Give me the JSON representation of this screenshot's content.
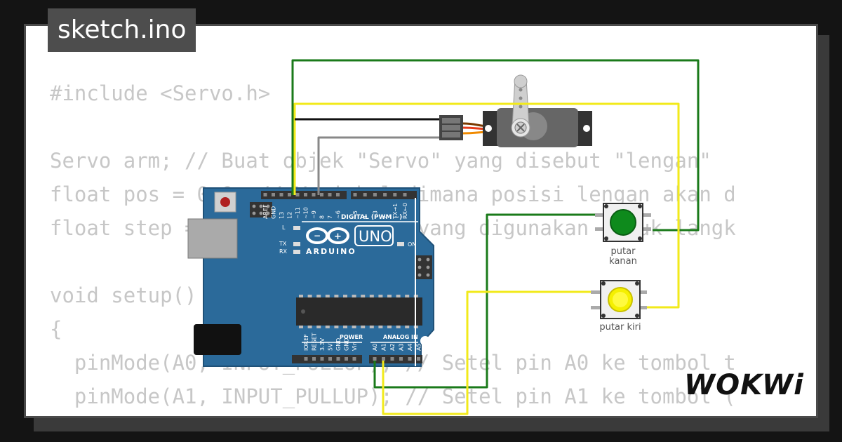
{
  "title": "sketch.ino",
  "brand": "WOKWi",
  "code_lines": [
    "#include <Servo.h>",
    "",
    "Servo arm; // Buat objek \"Servo\" yang disebut \"lengan\"",
    "float pos = 0.0; // Variabel dimana posisi lengan akan d",
    "float step = 1.0; // Variabel yang digunakan untuk langk",
    "",
    "void setup()",
    "{",
    "  pinMode(A0, INPUT_PULLUP); // Setel pin A0 ke tombol t",
    "  pinMode(A1, INPUT_PULLUP); // Setel pin A1 ke tombol ("
  ],
  "board": {
    "name": "ARDUINO",
    "model": "UNO",
    "digital_header": "DIGITAL (PWM ~)",
    "power_label": "POWER",
    "analog_label": "ANALOG IN",
    "led_l": "L",
    "led_tx": "TX",
    "led_rx": "RX",
    "led_on": "ON",
    "digital_pins": [
      "AREF",
      "GND",
      "13",
      "12",
      "~11",
      "~10",
      "~9",
      "8",
      "7",
      "~6",
      "~5",
      "4",
      "~3",
      "2",
      "TX→1",
      "RX←0"
    ],
    "power_pins": [
      "IOREF",
      "RESET",
      "3.3V",
      "5V",
      "GND",
      "GND",
      "Vin"
    ],
    "analog_pins": [
      "A0",
      "A1",
      "A2",
      "A3",
      "A4",
      "A5"
    ]
  },
  "buttons": [
    {
      "label_line1": "putar",
      "label_line2": "kanan",
      "color": "#0e8a1c"
    },
    {
      "label_line1": "putar kiri",
      "label_line2": "",
      "color": "#f5f000"
    }
  ],
  "colors": {
    "board": "#2b6a9a",
    "wire_green": "#1a7a1a",
    "wire_yellow": "#f2ea1a",
    "wire_black": "#111111",
    "wire_gray": "#888888",
    "code_text": "#c7c7c7"
  }
}
